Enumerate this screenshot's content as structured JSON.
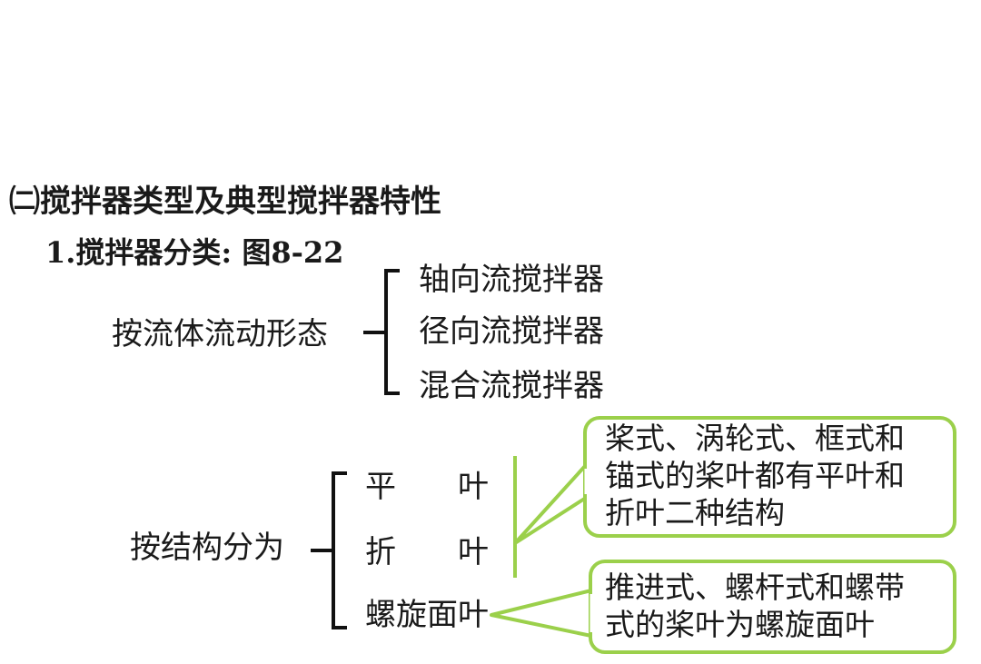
{
  "section_title": "㈡搅拌器类型及典型搅拌器特性",
  "subsection_title": "1.搅拌器分类: 图8-22",
  "flow_group": {
    "label": "按流体流动形态",
    "items": [
      "轴向流搅拌器",
      "径向流搅拌器",
      "混合流搅拌器"
    ]
  },
  "structure_group": {
    "label": "按结构分为",
    "items": [
      "平　　叶",
      "折　　叶",
      "螺旋面叶"
    ]
  },
  "callouts": [
    {
      "text": "桨式、涡轮式、框式和\n锚式的桨叶都有平叶和\n折叶二种结构"
    },
    {
      "text": "推进式、螺杆式和螺带\n式的桨叶为螺旋面叶"
    }
  ],
  "colors": {
    "accent": "#9bd04b",
    "text": "#1a1a1a"
  }
}
